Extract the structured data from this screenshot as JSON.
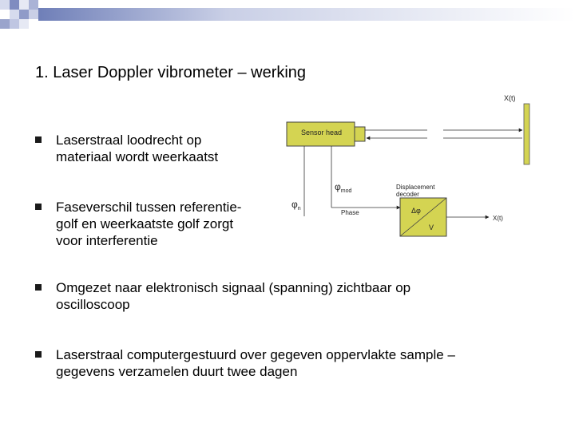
{
  "slide": {
    "title": "1. Laser Doppler vibrometer – werking",
    "bullets": [
      {
        "lines": [
          "Laserstraal loodrecht op",
          "materiaal wordt weerkaatst"
        ]
      },
      {
        "lines": [
          "Faseverschil tussen referentie-",
          "golf en weerkaatste golf zorgt",
          "voor interferentie"
        ]
      },
      {
        "lines": [
          "Omgezet naar elektronisch signaal (spanning) zichtbaar op",
          "oscilloscoop"
        ]
      },
      {
        "lines": [
          "Laserstraal computergestuurd over gegeven oppervlakte sample –",
          "gegevens verzamelen duurt twee dagen"
        ]
      }
    ]
  },
  "diagram": {
    "x_top": "X(t)",
    "sensor_head": "Sensor head",
    "phi_mod": "φ",
    "phi_mod_sub": "mod",
    "phi_n": "φ",
    "phi_n_sub": "n",
    "decoder_line1": "Displacement",
    "decoder_line2": "decoder",
    "phase": "Phase",
    "delta_phi": "Δφ",
    "v": "V",
    "x_out": "X(t)"
  },
  "colors": {
    "accent_green": "#d4d452",
    "deco_blue": "#9aa4cc",
    "deco_light": "#d6dbee"
  }
}
